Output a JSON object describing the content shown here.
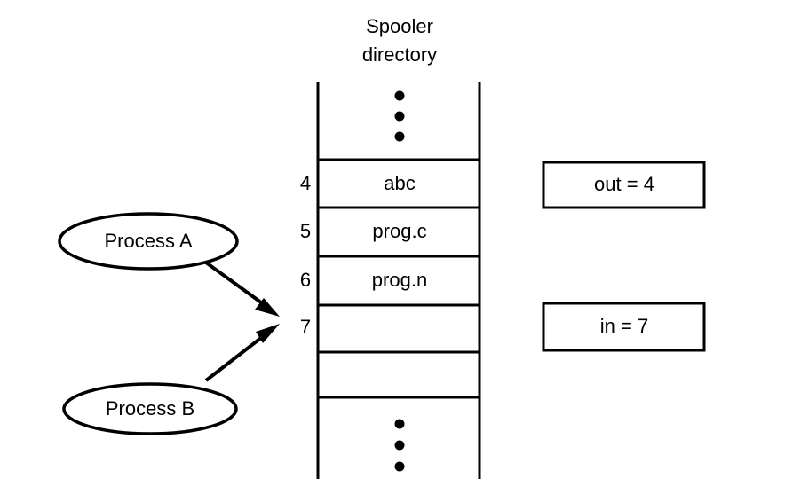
{
  "diagram": {
    "title": "Spooler directory",
    "title_line1": "Spooler",
    "title_line2": "directory",
    "colors": {
      "stroke": "#000000",
      "background": "#ffffff",
      "text": "#000000"
    },
    "table": {
      "ellipsis_top": "vertical-dots",
      "ellipsis_bottom": "vertical-dots",
      "rows": [
        {
          "index": "4",
          "content": "abc"
        },
        {
          "index": "5",
          "content": "prog.c"
        },
        {
          "index": "6",
          "content": "prog.n"
        },
        {
          "index": "7",
          "content": ""
        },
        {
          "index": "",
          "content": ""
        }
      ]
    },
    "variables": [
      {
        "label": "out = 4",
        "name": "out",
        "value": "4"
      },
      {
        "label": "in = 7",
        "name": "in",
        "value": "7"
      }
    ],
    "processes": [
      {
        "label": "Process A",
        "points_to_row": "7"
      },
      {
        "label": "Process B",
        "points_to_row": "7"
      }
    ]
  }
}
